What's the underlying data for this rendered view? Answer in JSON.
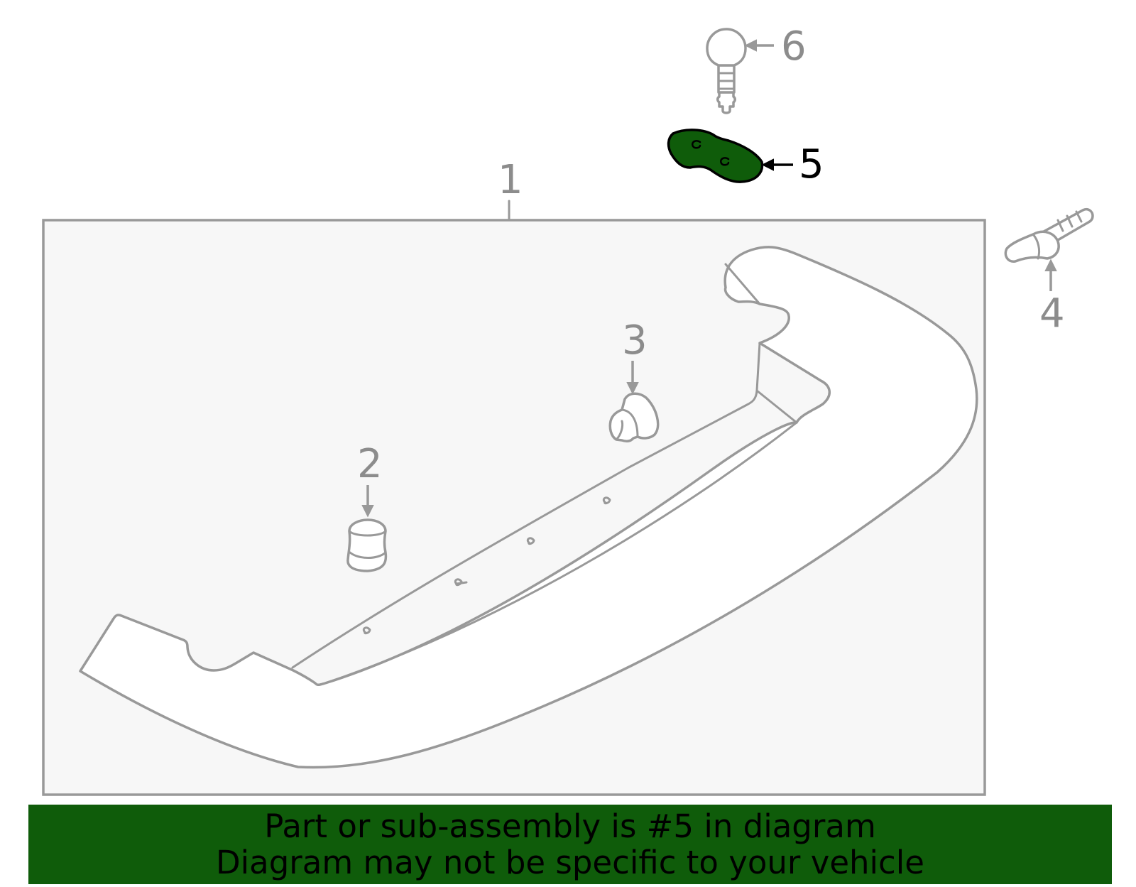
{
  "colors": {
    "highlight": "#0f5c0a",
    "line_gray": "#999999",
    "frame_fill": "#f7f7f7",
    "callout_gray": "#8c8c8c"
  },
  "callouts": {
    "c1": "1",
    "c2": "2",
    "c3": "3",
    "c4": "4",
    "c5": "5",
    "c6": "6"
  },
  "highlighted_part": "5",
  "banner": {
    "line1": "Part or sub-assembly is #5 in diagram",
    "line2": "Diagram may not be specific to your vehicle"
  }
}
